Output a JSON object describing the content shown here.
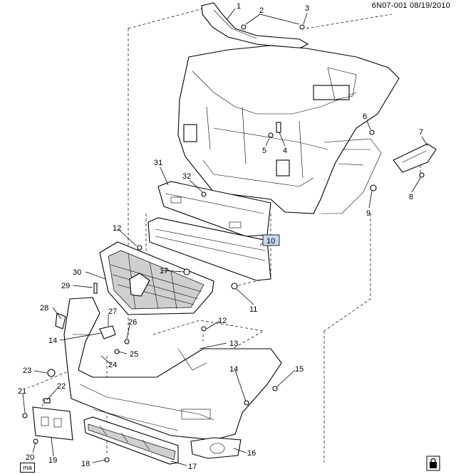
{
  "header": {
    "code": "6N07-001",
    "date": "08/19/2010"
  },
  "footer": {
    "badge": "ma"
  },
  "highlight_color": "#c9d8f0",
  "callouts": [
    {
      "id": "c1",
      "label": "1"
    },
    {
      "id": "c2",
      "label": "2"
    },
    {
      "id": "c3",
      "label": "3"
    },
    {
      "id": "c4",
      "label": "4"
    },
    {
      "id": "c5",
      "label": "5"
    },
    {
      "id": "c6",
      "label": "6"
    },
    {
      "id": "c7",
      "label": "7"
    },
    {
      "id": "c8",
      "label": "8"
    },
    {
      "id": "c9",
      "label": "9"
    },
    {
      "id": "c10",
      "label": "10"
    },
    {
      "id": "c11",
      "label": "11"
    },
    {
      "id": "c12a",
      "label": "12"
    },
    {
      "id": "c12b",
      "label": "12"
    },
    {
      "id": "c13",
      "label": "13"
    },
    {
      "id": "c14a",
      "label": "14"
    },
    {
      "id": "c14b",
      "label": "14"
    },
    {
      "id": "c15",
      "label": "15"
    },
    {
      "id": "c16",
      "label": "16"
    },
    {
      "id": "c17a",
      "label": "17"
    },
    {
      "id": "c17b",
      "label": "17"
    },
    {
      "id": "c18",
      "label": "18"
    },
    {
      "id": "c19",
      "label": "19"
    },
    {
      "id": "c20",
      "label": "20"
    },
    {
      "id": "c21",
      "label": "21"
    },
    {
      "id": "c22",
      "label": "22"
    },
    {
      "id": "c23",
      "label": "23"
    },
    {
      "id": "c24",
      "label": "24"
    },
    {
      "id": "c25",
      "label": "25"
    },
    {
      "id": "c26",
      "label": "26"
    },
    {
      "id": "c27",
      "label": "27"
    },
    {
      "id": "c28",
      "label": "28"
    },
    {
      "id": "c29",
      "label": "29"
    },
    {
      "id": "c30",
      "label": "30"
    },
    {
      "id": "c31",
      "label": "31"
    },
    {
      "id": "c32",
      "label": "32"
    }
  ]
}
